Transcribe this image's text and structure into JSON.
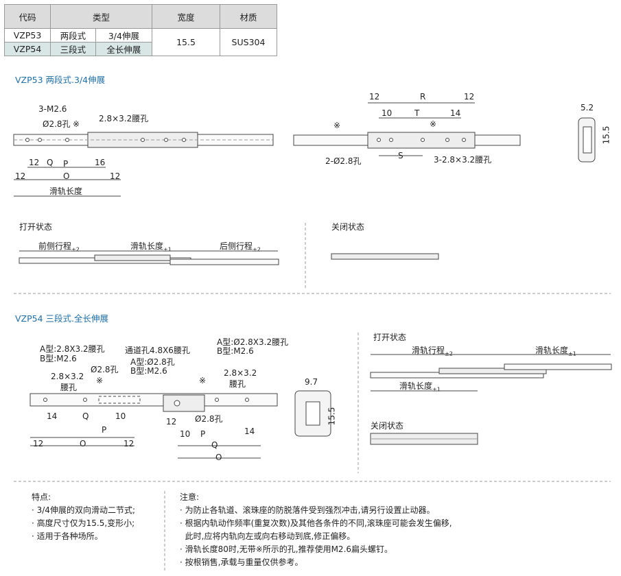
{
  "table": {
    "headers": [
      "代码",
      "类型",
      "宽度",
      "材质"
    ],
    "rows": [
      {
        "code": "VZP53",
        "type": "两段式",
        "ext": "3/4伸展"
      },
      {
        "code": "VZP54",
        "type": "三段式",
        "ext": "全长伸展"
      }
    ],
    "width": "15.5",
    "material": "SUS304"
  },
  "vzp53": {
    "title": "VZP53 两段式.3/4伸展",
    "side": {
      "callout_m": "3-M2.6",
      "hole_d": "Ø2.8孔",
      "mark": "※",
      "slot": "2.8×3.2腰孔",
      "dim_12a": "12",
      "dim_q": "Q",
      "dim_p": "P",
      "dim_16": "16",
      "dim_12b": "12",
      "dim_o": "O",
      "dim_12c": "12",
      "length": "滑轨长度"
    },
    "right": {
      "dim_12l": "12",
      "dim_r": "R",
      "dim_12r": "12",
      "dim_10": "10",
      "dim_t": "T",
      "dim_14": "14",
      "mark1": "※",
      "mark2": "※",
      "holes": "2-Ø2.8孔",
      "dim_s": "S",
      "slots": "3-2.8×3.2腰孔"
    },
    "section": {
      "dim_w": "5.2",
      "dim_h": "15.5"
    },
    "open_title": "打开状态",
    "open": {
      "front": "前侧行程",
      "front_tol": "±2",
      "len": "滑轨长度",
      "len_tol": "±1",
      "rear": "后侧行程",
      "rear_tol": "±2"
    },
    "closed_title": "关闭状态"
  },
  "vzp54": {
    "title": "VZP54 三段式.全长伸展",
    "left": {
      "a_type": "A型:2.8X3.2腰孔",
      "b_type": "B型:M2.6",
      "slot1": "2.8×3.2",
      "slot1b": "腰孔",
      "hole": "Ø2.8孔",
      "mark": "※",
      "dim_14": "14",
      "dim_q": "Q",
      "dim_10": "10",
      "dim_p": "P",
      "dim_12a": "12",
      "dim_o": "O",
      "dim_12b": "12"
    },
    "mid": {
      "channel": "通道孔4.8X6腰孔",
      "a_type": "A型:Ø2.8孔",
      "b_type": "B型:M2.6",
      "hole": "Ø2.8孔",
      "dim_12": "12",
      "dim_10": "10",
      "dim_p": "P",
      "dim_q": "Q",
      "dim_o": "O"
    },
    "right": {
      "a_type": "A型:Ø2.8X3.2腰孔",
      "b_type": "B型:M2.6",
      "mark": "※",
      "slot": "2.8×3.2",
      "slotb": "腰孔",
      "dim_14": "14"
    },
    "section": {
      "dim_w": "9.7",
      "dim_h": "15.5"
    },
    "open_title": "打开状态",
    "open": {
      "travel": "滑轨行程",
      "travel_tol": "±2",
      "len_top": "滑轨长度",
      "len_top_tol": "±1",
      "len_bot": "滑轨长度",
      "len_bot_tol": "±1"
    },
    "closed_title": "关闭状态"
  },
  "features": {
    "title": "特点:",
    "items": [
      "· 3/4伸展的双向滑动二节式;",
      "· 高度尺寸仅为15.5,变形小;",
      "· 适用于各种场所。"
    ]
  },
  "notes": {
    "title": "注意:",
    "items": [
      "· 为防止各轨道、滚珠座的防脱落件受到强烈冲击,请另行设置止动器。",
      "· 根据内轨动作频率(重复次数)及其他各条件的不同,滚珠座可能会发生偏移,",
      "  此时,应将内轨向左或向右移动到底,修正偏移。",
      "· 滑轨长度80时,无带※所示的孔,推荐使用M2.6扁头螺钉。",
      "· 按根销售,承载与重量仅供参考。"
    ]
  }
}
